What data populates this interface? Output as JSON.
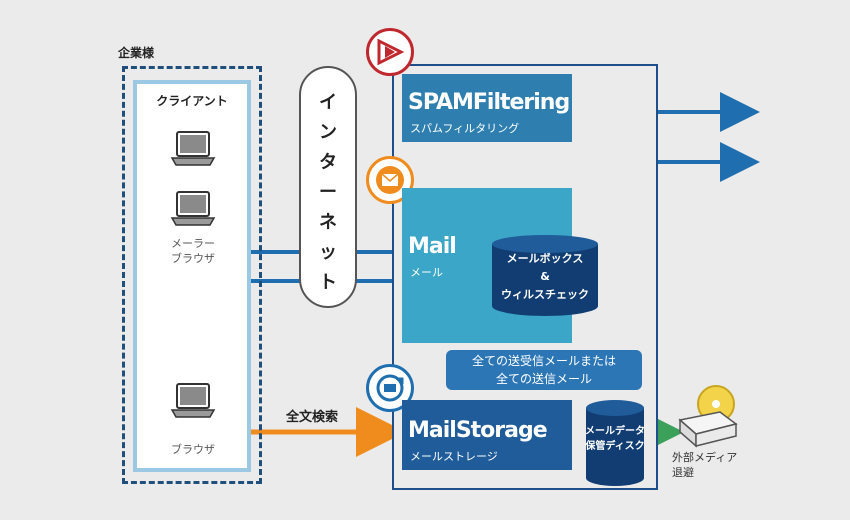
{
  "corp_label": "企業様",
  "client_title": "クライアント",
  "mailer_browser_line1": "メーラー",
  "mailer_browser_line2": "ブラウザ",
  "browser_label": "ブラウザ",
  "internet_label": "インターネット",
  "spam": {
    "title": "SPAMFiltering",
    "subtitle": "スパムフィルタリング"
  },
  "mail": {
    "title": "Mail",
    "subtitle": "メール"
  },
  "mailbox": {
    "line1": "メールボックス",
    "line2": "&",
    "line3": "ウィルスチェック"
  },
  "note": {
    "line1": "全ての送受信メールまたは",
    "line2": "全ての送信メール"
  },
  "storage": {
    "title": "MailStorage",
    "subtitle": "メールストレージ"
  },
  "disk": {
    "line1": "メールデータ",
    "line2": "保管ディスク"
  },
  "search_label": "全文検索",
  "media": {
    "line1": "外部メディア",
    "line2": "退避"
  },
  "colors": {
    "navy": "#1f4f8a",
    "spam_red": "#c0282f",
    "orange": "#f08c1e",
    "green": "#3aa05a",
    "light_blue": "#3ba6c7"
  },
  "icons": [
    "laptop-icon",
    "spam-filter-icon",
    "mail-icon",
    "storage-sync-icon",
    "cd-drive-icon"
  ]
}
